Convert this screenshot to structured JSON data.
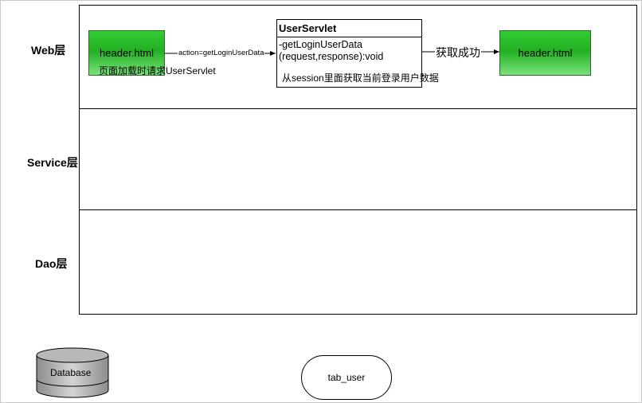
{
  "lanes": {
    "web": "Web层",
    "service": "Service层",
    "dao": "Dao层"
  },
  "web": {
    "source_node": "header.html",
    "source_note": "页面加载时请求UserServlet",
    "request_label": "action=getLoginUserData",
    "servlet": {
      "title": "UserServlet",
      "method_line1": "-getLoginUserData",
      "method_line2": "(request,response):void",
      "note": "从session里面获取当前登录用户数据"
    },
    "response_label": "获取成功",
    "target_node": "header.html"
  },
  "storage": {
    "database": "Database",
    "table": "tab_user"
  }
}
